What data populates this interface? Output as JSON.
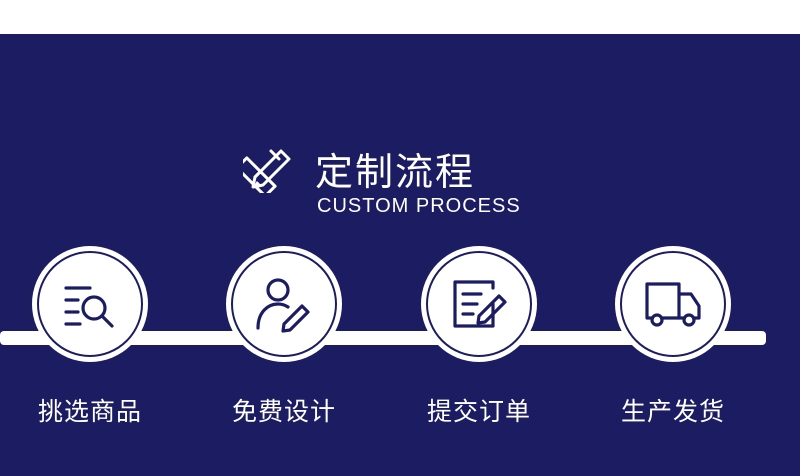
{
  "header": {
    "title": "定制流程",
    "subtitle": "CUSTOM PROCESS",
    "icon": "design-tools-icon"
  },
  "colors": {
    "background": "#1c1c63",
    "foreground": "#ffffff"
  },
  "steps": [
    {
      "label": "挑选商品",
      "icon": "search-list-icon"
    },
    {
      "label": "免费设计",
      "icon": "user-edit-icon"
    },
    {
      "label": "提交订单",
      "icon": "document-edit-icon"
    },
    {
      "label": "生产发货",
      "icon": "truck-icon"
    }
  ]
}
